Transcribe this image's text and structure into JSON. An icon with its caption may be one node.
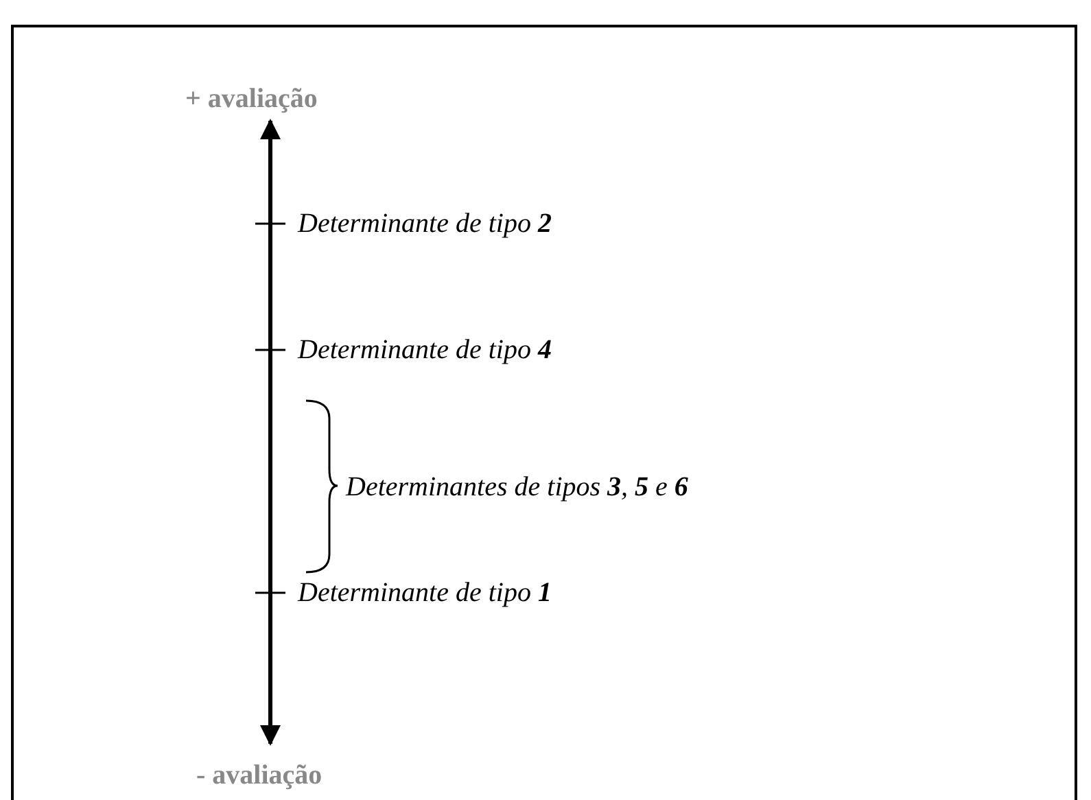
{
  "diagram": {
    "labels": [
      "+ avaliação",
      "Determinante de tipo **2**",
      "Determinante de tipo **4**",
      "Determinantes de tipos **3**, **5** e **6**",
      "Determinante de tipo **1**",
      "- avaliação"
    ]
  }
}
